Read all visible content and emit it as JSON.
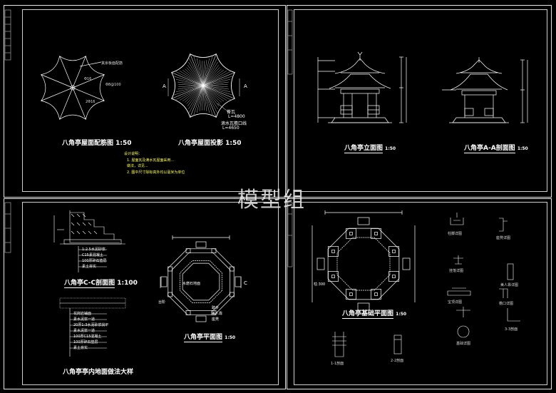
{
  "watermark": "模型组",
  "sheets": {
    "tl": {
      "roof_plan_title": "八角亭屋面配筋图",
      "roof_plan_scale": "1:50",
      "roof_proj_title": "八角亭屋面投影",
      "roof_proj_scale": "1:50",
      "callout_1": "其余板面配筋",
      "callout_2": "Φ8@100",
      "callout_3": "Φ16",
      "callout_4": "2Φ16",
      "ridge_label": "脊瓦",
      "ridge_length": "L=4800",
      "eave_label": "滴水瓦檐口线",
      "eave_length": "L=4650",
      "section_mark_l": "A",
      "section_mark_r": "A",
      "notes_title": "设计说明：",
      "note_1": "1. 屋面瓦及滴水瓦屋面采用...",
      "note_2": "   做法，详见...",
      "note_3": "2. 图中尺寸除标高外均以毫米为单位"
    },
    "tr": {
      "elevation_title": "八角亭立面图",
      "elevation_scale": "1:50",
      "section_title": "八角亭A-A剖面图",
      "section_scale": "1:50"
    },
    "bl": {
      "cc_title": "八角亭C-C剖面图",
      "cc_scale": "1:100",
      "cc_notes": [
        "1:2.5水泥砂浆",
        "C15素混凝土",
        "100厚碎石垫层",
        "素土夯实"
      ],
      "floor_title": "八角亭亭内地面做法大样",
      "floor_notes": [
        "花岗岩铺面",
        "素水泥浆一道",
        "20厚1:3水泥砂浆找平",
        "素水泥浆一道",
        "100厚C15混凝土",
        "100厚碎石垫层",
        "素土夯实"
      ],
      "plan_title": "八角亭平面图",
      "plan_scale": "1:50",
      "plan_center": "水磨石地面",
      "plan_lbl_1": "踏步",
      "plan_lbl_2": "美人靠",
      "plan_lbl_3": "座凳",
      "plan_lbl_4": "台阶",
      "section_mark": "C"
    },
    "br": {
      "foundation_title": "八角亭基础平面图",
      "foundation_scale": "1:50",
      "dim_label": "柱:300",
      "detail_labels": [
        "柱脚详图",
        "座凳详图",
        "挂落详图",
        "美人靠详图",
        "宝顶详图",
        "檐口详图",
        "基础详图",
        "1-1剖面",
        "2-2剖面",
        "3-3剖面"
      ]
    }
  }
}
